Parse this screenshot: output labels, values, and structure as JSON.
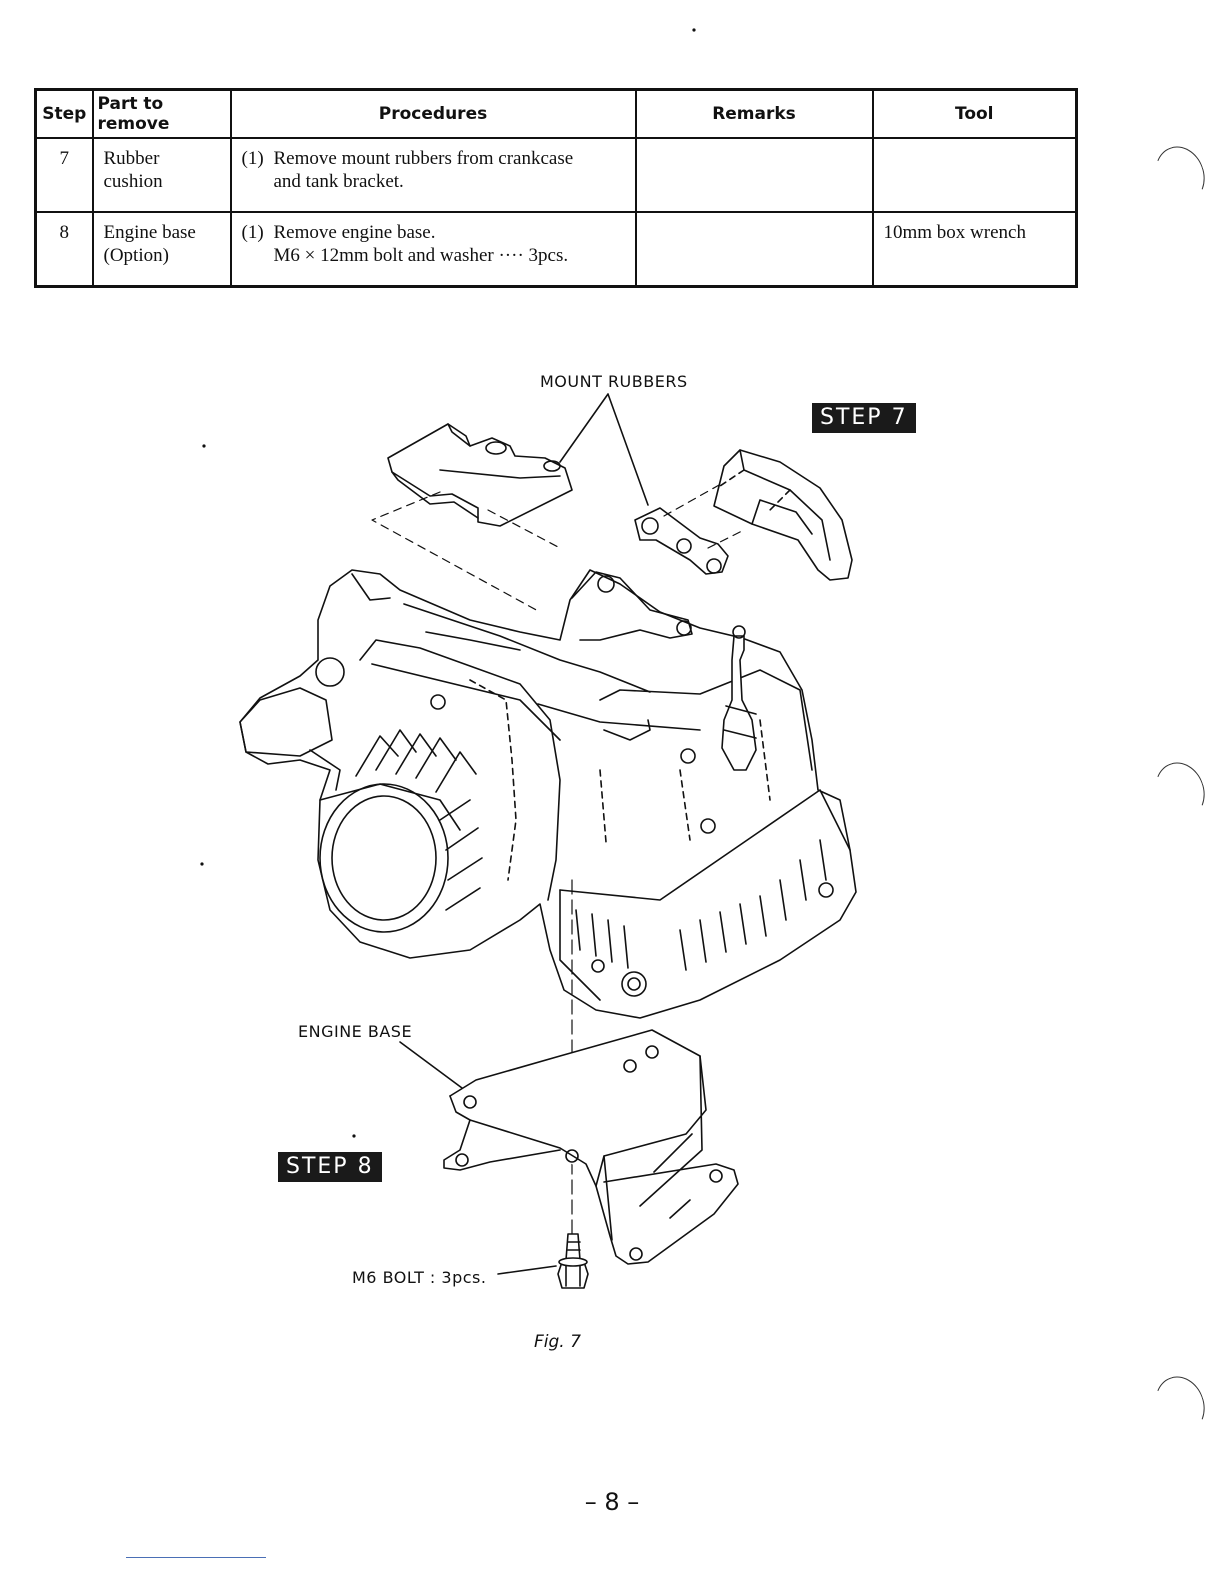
{
  "table": {
    "headers": [
      "Step",
      "Part to remove",
      "Procedures",
      "Remarks",
      "Tool"
    ],
    "rows": [
      {
        "step": "7",
        "part": [
          "Rubber",
          "cushion"
        ],
        "procedure_num": "(1)",
        "procedure_lines": [
          "Remove mount rubbers from crankcase",
          "and tank bracket."
        ],
        "remarks": "",
        "tool": ""
      },
      {
        "step": "8",
        "part": [
          "Engine base",
          "(Option)"
        ],
        "procedure_num": "(1)",
        "procedure_lines": [
          "Remove engine base.",
          "M6 × 12mm bolt and washer ···· 3pcs."
        ],
        "remarks": "",
        "tool": "10mm box wrench"
      }
    ]
  },
  "figure": {
    "labels": {
      "mount_rubbers": "MOUNT RUBBERS",
      "engine_base": "ENGINE BASE",
      "bolt": "M6  BOLT : 3pcs."
    },
    "step7_badge": "STEP 7",
    "step8_badge": "STEP 8",
    "caption": "Fig. 7"
  },
  "page_number": "– 8 –"
}
